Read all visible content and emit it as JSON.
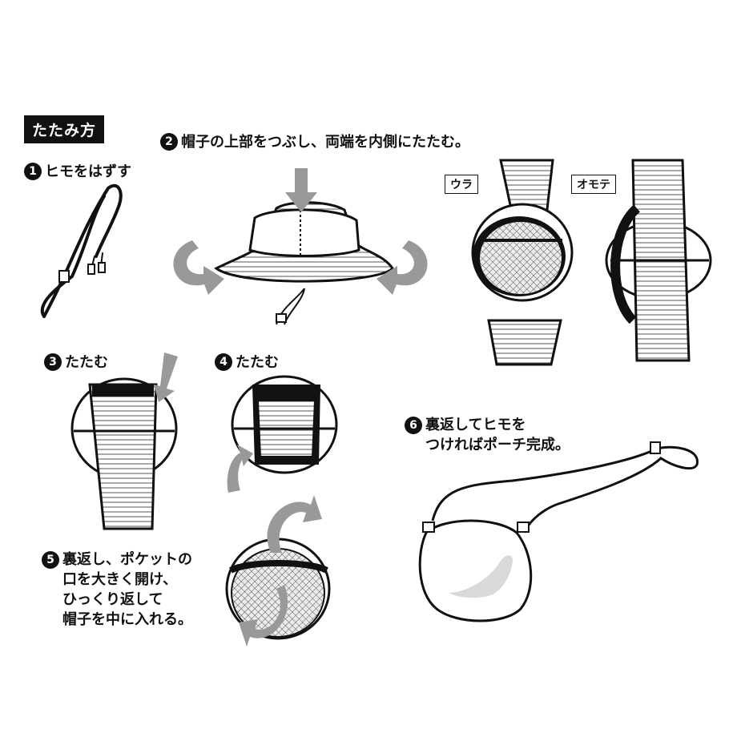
{
  "header": {
    "title": "たたみ方"
  },
  "steps": [
    {
      "num": "1",
      "text": "ヒモをはずす"
    },
    {
      "num": "2",
      "text": "帽子の上部をつぶし、両端を内側にたたむ。"
    },
    {
      "num": "3",
      "text": "たたむ"
    },
    {
      "num": "4",
      "text": "たたむ"
    },
    {
      "num": "5",
      "text": "裏返し、ポケットの\n口を大きく開け、\nひっくり返して\n帽子を中に入れる。"
    },
    {
      "num": "6",
      "text": "裏返してヒモを\nつければポーチ完成。"
    }
  ],
  "labels": {
    "back": "ウラ",
    "front": "オモテ"
  },
  "colors": {
    "ink": "#111111",
    "arrow": "#999999",
    "mesh": "#cfcfcf",
    "pouch_shade": "#d9d9d9"
  }
}
